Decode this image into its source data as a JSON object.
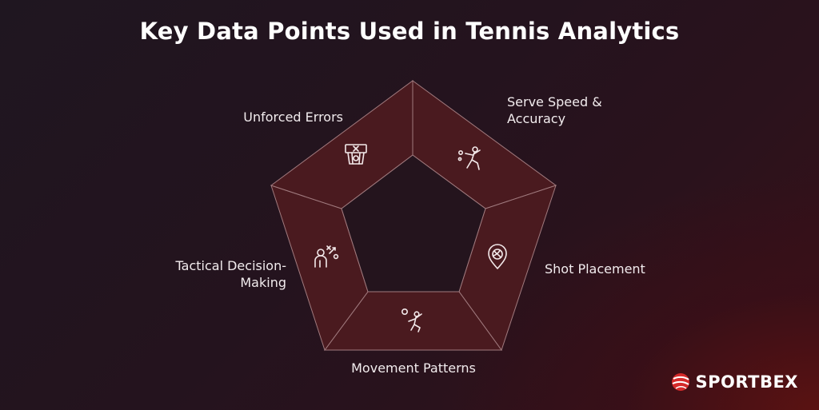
{
  "title": "Key Data Points Used in Tennis Analytics",
  "segments": [
    {
      "label_line1": "Serve Speed &",
      "label_line2": "Accuracy",
      "icon": "tennis-player-serve-icon"
    },
    {
      "label_line1": "Shot Placement",
      "label_line2": "",
      "icon": "location-pin-ball-icon"
    },
    {
      "label_line1": "Movement Patterns",
      "label_line2": "",
      "icon": "athlete-jumping-icon"
    },
    {
      "label_line1": "Tactical Decision-",
      "label_line2": "Making",
      "icon": "strategy-coach-icon"
    },
    {
      "label_line1": "Unforced Errors",
      "label_line2": "",
      "icon": "scoreboard-net-icon"
    }
  ],
  "colors": {
    "segment_fill": "#4a1a1f",
    "segment_stroke": "#a07a7e",
    "brand_red": "#d42a2a"
  },
  "logo": {
    "text": "SPORTBEX",
    "icon": "sportbex-globe-icon"
  }
}
